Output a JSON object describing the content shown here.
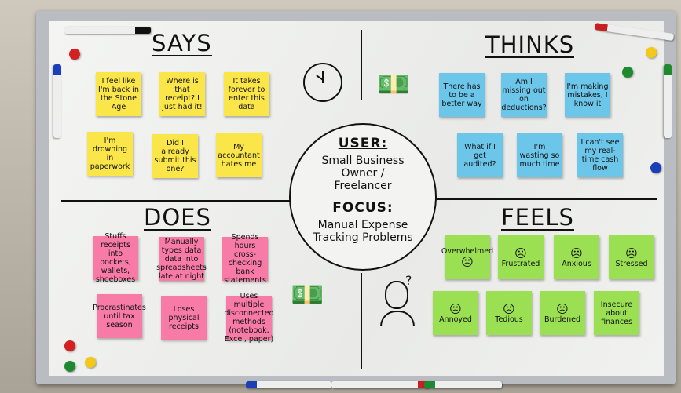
{
  "quadrants": {
    "says": "SAYS",
    "thinks": "THINKS",
    "does": "DOES",
    "feels": "FEELS"
  },
  "center": {
    "user_label": "USER:",
    "user_value": "Small Business Owner / Freelancer",
    "focus_label": "FOCUS:",
    "focus_value": "Manual Expense Tracking Problems"
  },
  "says": [
    "I feel like I'm back in the Stone Age",
    "Where is that receipt? I just had it!",
    "It takes forever to enter this data",
    "I'm drowning in paperwork",
    "Did I already submit this one?",
    "My accountant hates me"
  ],
  "thinks": [
    "There has to be a better way",
    "Am I missing out on deductions?",
    "I'm making mistakes, I know it",
    "What if I get audited?",
    "I'm wasting so much time",
    "I can't see my real-time cash flow"
  ],
  "does": [
    "Stuffs receipts into pockets, wallets, shoeboxes",
    "Manually types data data into spreadsheets late at night",
    "Spends hours cross-checking bank statements",
    "Procrastinates until tax season",
    "Loses physical receipts",
    "Uses multiple disconnected methods (notebook, Excel, paper)"
  ],
  "feels": [
    {
      "label": "Overwhelmed",
      "icon": "☹"
    },
    {
      "label": "Frustrated",
      "icon": "☹"
    },
    {
      "label": "Anxious",
      "icon": "☹"
    },
    {
      "label": "Stressed",
      "icon": "☹"
    },
    {
      "label": "Annoyed",
      "icon": "☹"
    },
    {
      "label": "Tedious",
      "icon": "☹"
    },
    {
      "label": "Burdened",
      "icon": "☹"
    },
    {
      "label": "Insecure about finances",
      "icon": ""
    }
  ],
  "icons": {
    "clock": "🕙",
    "money": "💵",
    "money2": "💵",
    "question": "?"
  },
  "colors": {
    "says": "#fbe64a",
    "thinks": "#6cc6ea",
    "does": "#f77ba6",
    "feels": "#9be052"
  }
}
